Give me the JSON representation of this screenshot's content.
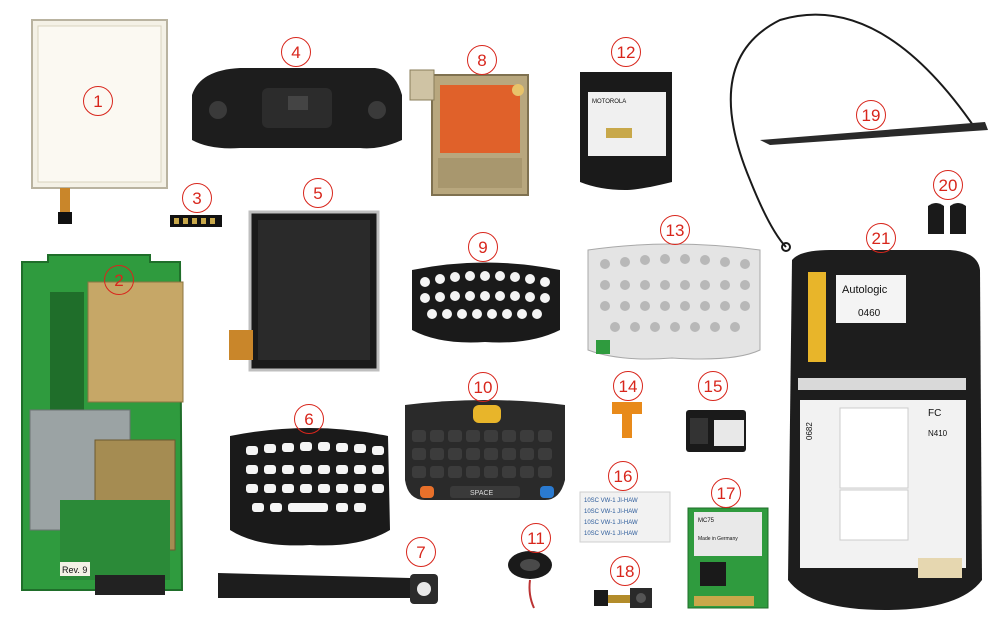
{
  "parts": [
    {
      "id": "1",
      "name": "touch-panel"
    },
    {
      "id": "2",
      "name": "mainboard"
    },
    {
      "id": "3",
      "name": "battery-connector"
    },
    {
      "id": "4",
      "name": "top-housing"
    },
    {
      "id": "5",
      "name": "lcd-display"
    },
    {
      "id": "6",
      "name": "keypad-bezel-black"
    },
    {
      "id": "7",
      "name": "hand-strap"
    },
    {
      "id": "8",
      "name": "scanner-engine"
    },
    {
      "id": "9",
      "name": "keypad-bezel-small"
    },
    {
      "id": "10",
      "name": "qwerty-keypad"
    },
    {
      "id": "11",
      "name": "speaker"
    },
    {
      "id": "12",
      "name": "battery"
    },
    {
      "id": "13",
      "name": "keypad-membrane"
    },
    {
      "id": "14",
      "name": "flex-cable"
    },
    {
      "id": "15",
      "name": "sim-card-reader"
    },
    {
      "id": "16",
      "name": "flex-cable-set"
    },
    {
      "id": "17",
      "name": "wwan-module"
    },
    {
      "id": "18",
      "name": "camera-module"
    },
    {
      "id": "19",
      "name": "stylus"
    },
    {
      "id": "20",
      "name": "side-buttons"
    },
    {
      "id": "21",
      "name": "back-cover"
    }
  ],
  "labels": {
    "board_rev": "Rev. 9",
    "keypad_space": "SPACE",
    "back_brand": "Autologic",
    "back_number": "0460",
    "back_fc": "FC",
    "back_n410": "N410",
    "back_0682": "0682",
    "battery_brand": "MOTOROLA",
    "flex_rows": [
      "10SC VW-1 JI-HAW",
      "10SC VW-1 JI-HAW",
      "10SC VW-1 JI-HAW",
      "10SC VW-1 JI-HAW"
    ],
    "module_text": "MC75",
    "module_made": "Made in Germany"
  },
  "colors": {
    "number_circle": "#d8261c",
    "pcb_green": "#2f9b3e",
    "housing_black": "#1d1d1d",
    "flex_orange": "#e88a1a"
  }
}
